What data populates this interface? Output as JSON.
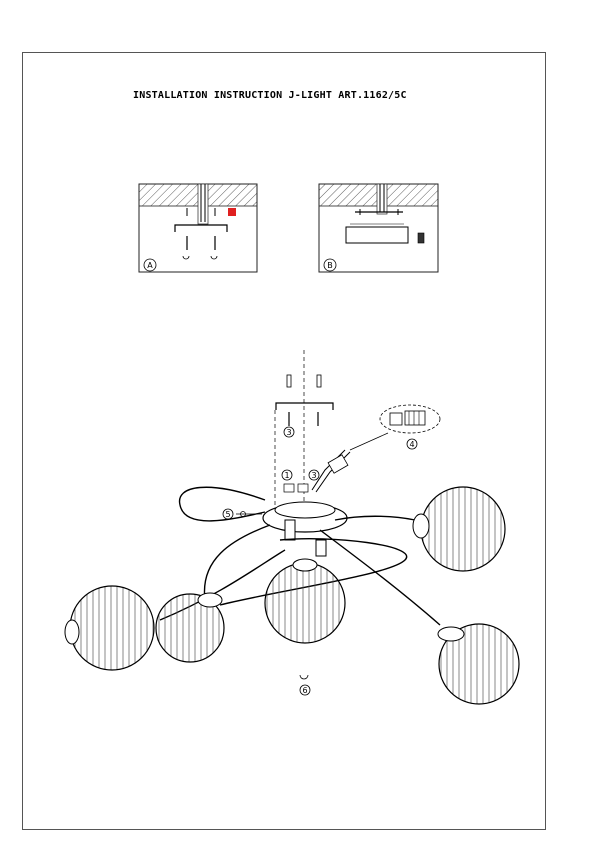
{
  "document": {
    "title": "INSTALLATION INSTRUCTION J-LIGHT ART.1162/5C"
  },
  "panels": {
    "a_label": "A",
    "b_label": "B"
  },
  "steps": {
    "s1": "1",
    "s3": "3",
    "s3b": "3",
    "s4": "4",
    "s5": "5",
    "s6": "6"
  },
  "colors": {
    "line": "#000000",
    "highlight": "#e02020"
  }
}
